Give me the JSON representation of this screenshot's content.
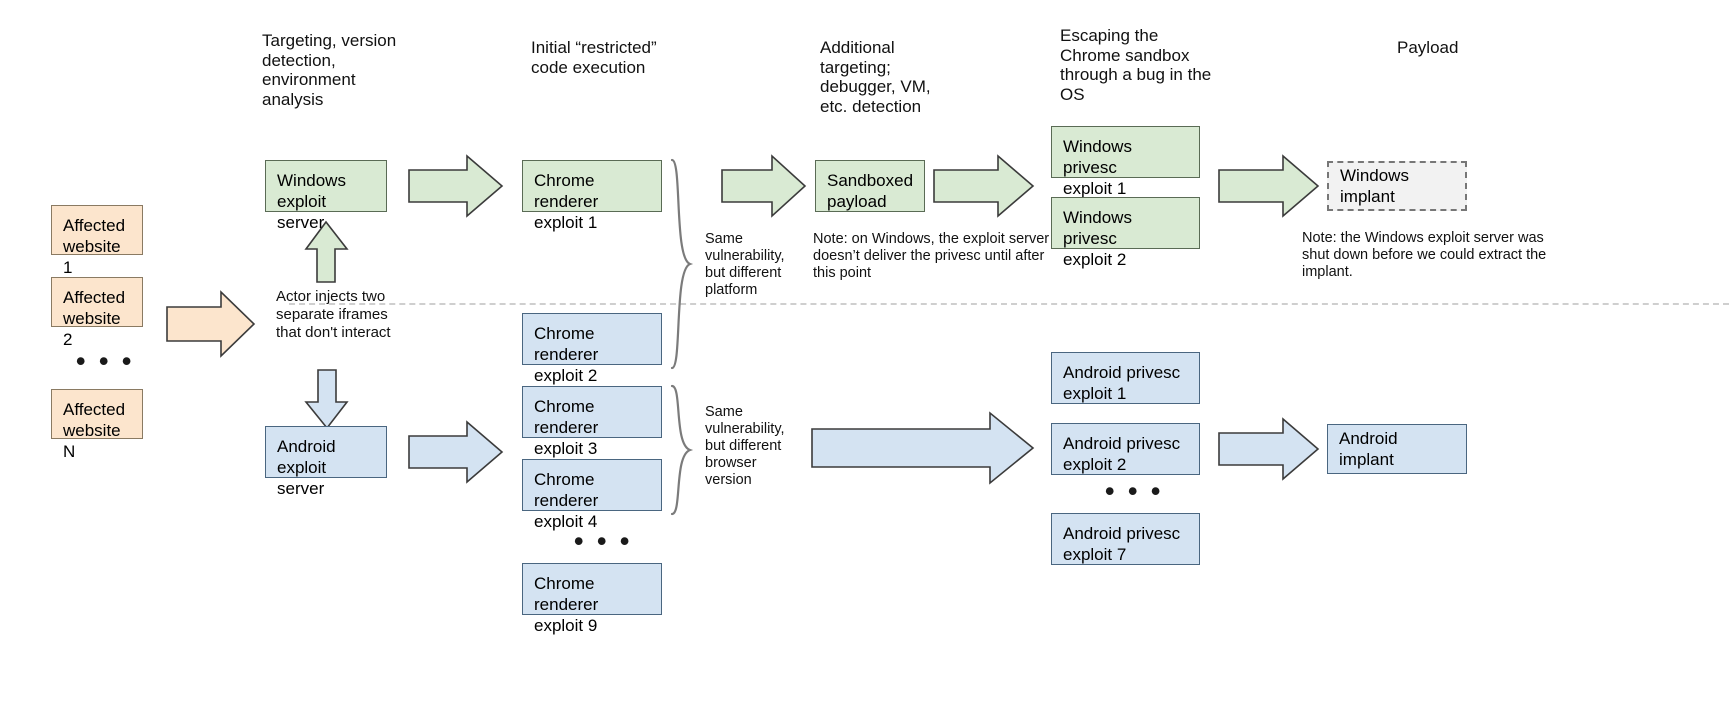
{
  "diagram": {
    "title": "Exploit delivery chain",
    "colors": {
      "peach_fill": "#fce5cd",
      "green_fill": "#d9ead3",
      "blue_fill": "#d4e3f2",
      "implant_fill": "#f2f2f2",
      "separator": "#cfcfcf"
    }
  },
  "column_headings": [
    {
      "id": "targeting",
      "text": "Targeting, version\ndetection,\nenvironment\nanalysis"
    },
    {
      "id": "initial",
      "text": "Initial “restricted”\ncode execution"
    },
    {
      "id": "additional",
      "text": "Additional\ntargeting;\ndebugger, VM,\netc. detection"
    },
    {
      "id": "escaping",
      "text": "Escaping the\nChrome sandbox\nthrough a bug in the\nOS"
    },
    {
      "id": "payload",
      "text": "Payload"
    }
  ],
  "websites": {
    "items": [
      {
        "id": "website-1",
        "text": "Affected\nwebsite 1"
      },
      {
        "id": "website-2",
        "text": "Affected\nwebsite 2"
      },
      {
        "id": "website-n",
        "text": "Affected\nwebsite N"
      }
    ],
    "ellipsis": "• • •"
  },
  "injection": {
    "caption": "Actor injects two\nseparate iframes\nthat don't interact"
  },
  "servers": {
    "windows": "Windows\nexploit server",
    "android": "Android exploit\nserver"
  },
  "renderer_exploits": {
    "windows_branch": [
      {
        "id": "chrome-renderer-exploit-1",
        "text": "Chrome renderer\nexploit 1"
      },
      {
        "id": "chrome-renderer-exploit-2",
        "text": "Chrome renderer\nexploit 2"
      }
    ],
    "android_branch": [
      {
        "id": "chrome-renderer-exploit-3",
        "text": "Chrome renderer\nexploit 3"
      },
      {
        "id": "chrome-renderer-exploit-4",
        "text": "Chrome renderer\nexploit 4"
      },
      {
        "id": "chrome-renderer-exploit-9",
        "text": "Chrome renderer\nexploit 9"
      }
    ],
    "android_ellipsis": "• • •"
  },
  "brace_labels": {
    "windows": "Same\nvulnerability,\nbut different\nplatform",
    "android": "Same\nvulnerability,\nbut different\nbrowser\nversion"
  },
  "sandboxed_payload": {
    "text": "Sandboxed\npayload",
    "note": "Note: on Windows, the exploit server\ndoesn’t deliver the privesc until after\nthis point"
  },
  "privesc": {
    "windows": [
      {
        "id": "windows-privesc-exploit-1",
        "text": "Windows privesc\nexploit 1"
      },
      {
        "id": "windows-privesc-exploit-2",
        "text": "Windows privesc\nexploit 2"
      }
    ],
    "android": [
      {
        "id": "android-privesc-exploit-1",
        "text": "Android privesc\nexploit 1"
      },
      {
        "id": "android-privesc-exploit-2",
        "text": "Android privesc\nexploit 2"
      },
      {
        "id": "android-privesc-exploit-7",
        "text": "Android privesc\nexploit 7"
      }
    ],
    "android_ellipsis": "• • •"
  },
  "implants": {
    "windows": {
      "text": "Windows implant",
      "note": "Note: the Windows exploit server was\nshut down before we could extract the\nimplant."
    },
    "android": {
      "text": "Android implant"
    }
  }
}
